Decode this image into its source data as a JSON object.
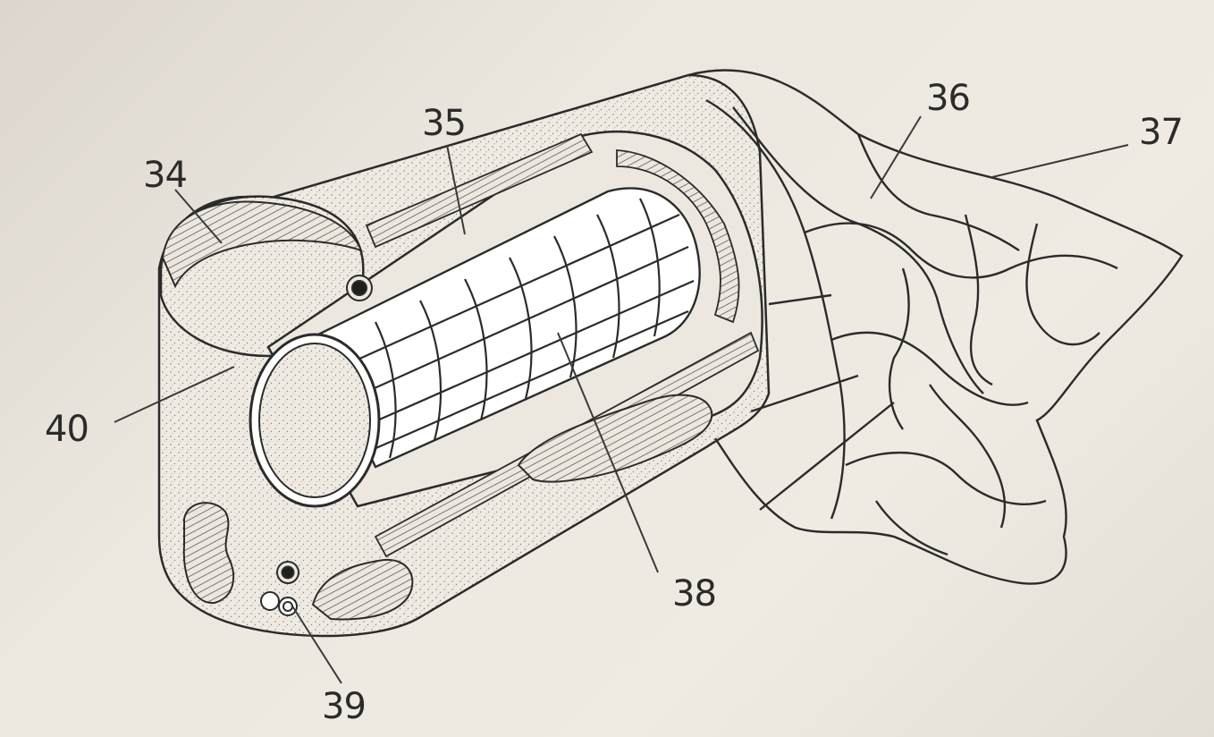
{
  "callouts": {
    "c34": "34",
    "c35": "35",
    "c36": "36",
    "c37": "37",
    "c38": "38",
    "c39": "39",
    "c40": "40"
  },
  "colors": {
    "paper": "#ece8e0",
    "ink": "#2b2b2b",
    "stipple": "#8a8680"
  }
}
